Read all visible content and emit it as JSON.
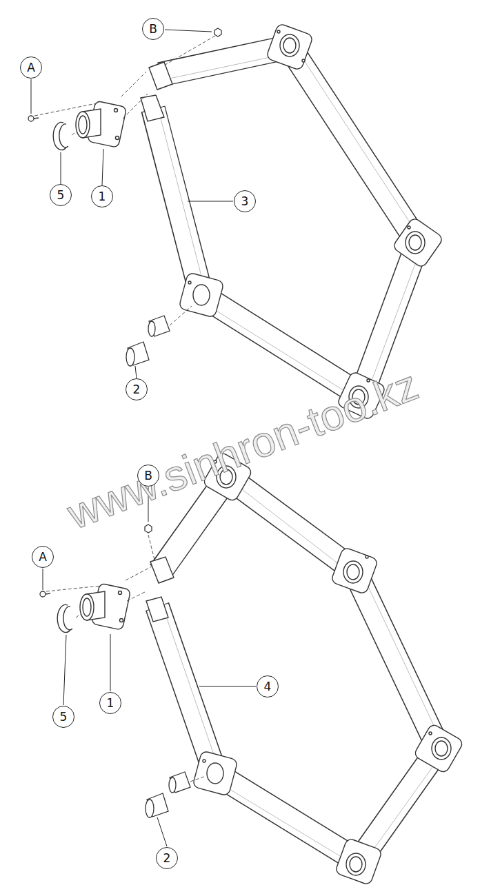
{
  "diagram": {
    "labels": [
      "B",
      "A",
      "5",
      "1",
      "3",
      "2",
      "www.sinhron-too.kz",
      "B",
      "A",
      "5",
      "1",
      "4",
      "2"
    ]
  }
}
